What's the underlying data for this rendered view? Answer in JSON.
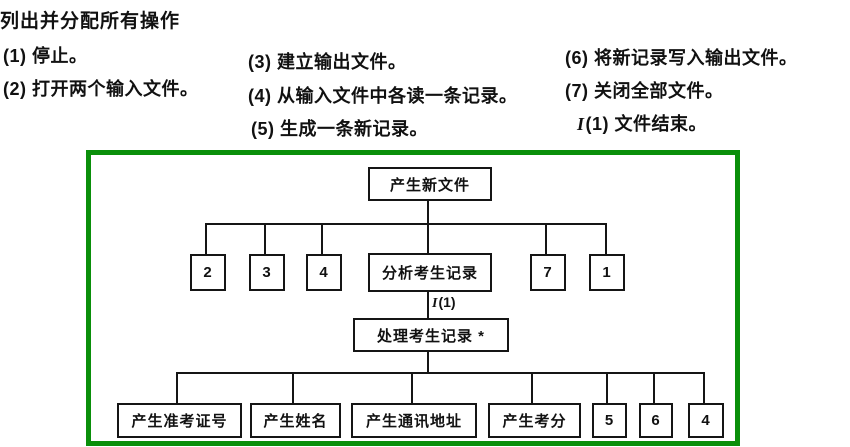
{
  "header": {
    "title": "列出并分配所有操作"
  },
  "operations": [
    {
      "label": "(1) 停止。"
    },
    {
      "label": "(2) 打开两个输入文件。"
    },
    {
      "label": "(3) 建立输出文件。"
    },
    {
      "label": "(4) 从输入文件中各读一条记录。"
    },
    {
      "label": "(5) 生成一条新记录。"
    },
    {
      "label": "(6) 将新记录写入输出文件。"
    },
    {
      "label": "(7) 关闭全部文件。"
    }
  ],
  "eof_note": {
    "prefix": "I",
    "text": "(1) 文件结束。"
  },
  "colors": {
    "diagram_border_green": "#0a8f0a",
    "line_black": "#151515",
    "background": "#ffffff"
  },
  "diagram": {
    "root": {
      "label": "产生新文件"
    },
    "level2": [
      {
        "label": "2"
      },
      {
        "label": "3"
      },
      {
        "label": "4"
      },
      {
        "label": "分析考生记录"
      },
      {
        "label": "7"
      },
      {
        "label": "1"
      }
    ],
    "edge_label": {
      "prefix": "I",
      "text": "(1)"
    },
    "process": {
      "label": "处理考生记录 *"
    },
    "level3": [
      {
        "label": "产生准考证号"
      },
      {
        "label": "产生姓名"
      },
      {
        "label": "产生通讯地址"
      },
      {
        "label": "产生考分"
      },
      {
        "label": "5"
      },
      {
        "label": "6"
      },
      {
        "label": "4"
      }
    ]
  }
}
